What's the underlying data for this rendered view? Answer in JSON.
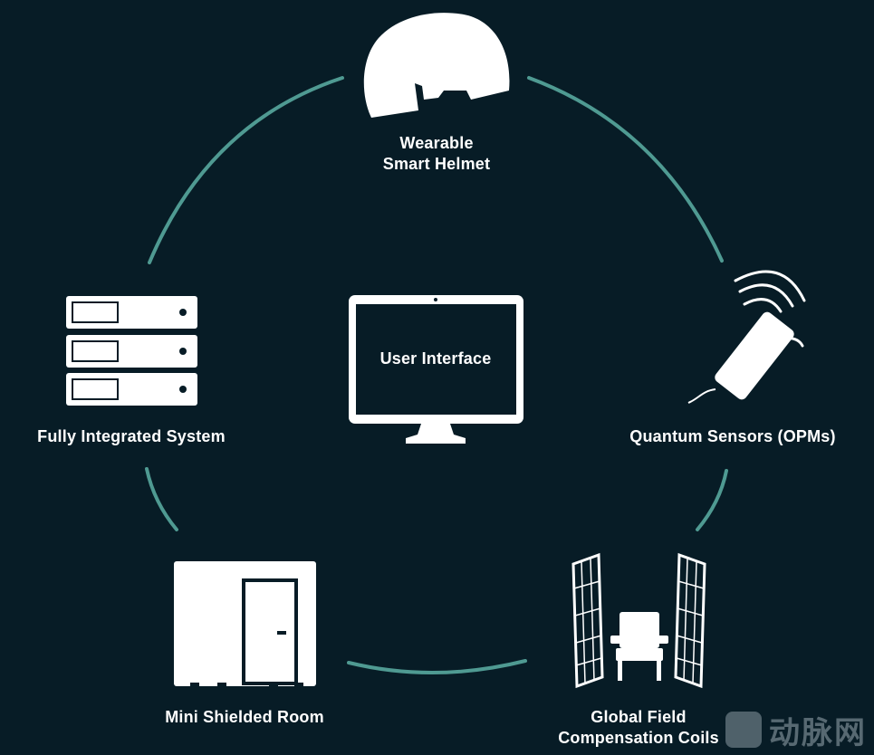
{
  "colors": {
    "background": "#071c26",
    "arc": "#4f9a92",
    "icon": "#ffffff"
  },
  "nodes": {
    "helmet": {
      "line1": "Wearable",
      "line2": "Smart Helmet"
    },
    "sensors": {
      "label": "Quantum Sensors (OPMs)"
    },
    "coils": {
      "line1": "Global Field",
      "line2": "Compensation Coils"
    },
    "room": {
      "label": "Mini Shielded Room"
    },
    "system": {
      "label": "Fully Integrated System"
    },
    "center": {
      "label": "User Interface"
    }
  },
  "watermark": {
    "icon": "vb-logo-icon",
    "text": "动脉网"
  }
}
